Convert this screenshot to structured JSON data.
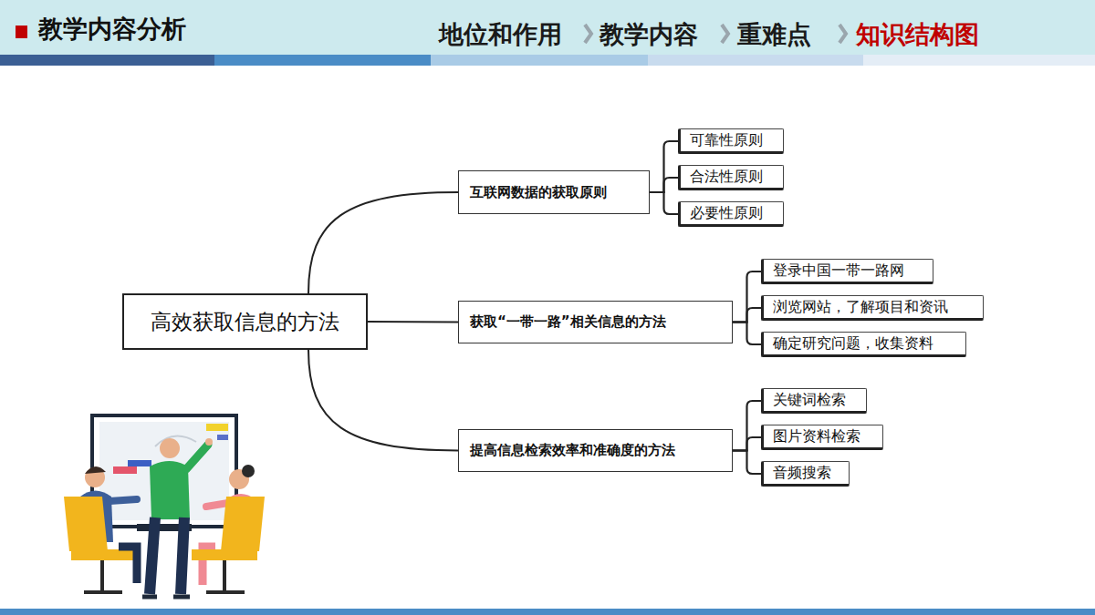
{
  "diagram": {
    "title": "教学内容分析",
    "nodes": [
      {
        "text": [
          "高效获取信息的方法"
        ]
      },
      {
        "text": [
          "互联网数据的获取原则"
        ]
      },
      {
        "text": [
          "可靠性原则"
        ]
      },
      {
        "text": [
          "合法性原则"
        ]
      },
      {
        "text": [
          "必要性原则"
        ]
      },
      {
        "text": [
          "获取“一带一路”相关信息的方法"
        ]
      },
      {
        "text": [
          "登录中国一带一路网"
        ]
      },
      {
        "text": [
          "浏览网站，了解项目和资讯"
        ]
      },
      {
        "text": [
          "确定研究问题，收集资料"
        ]
      },
      {
        "text": [
          "提高信息检索效率和准确度的方法"
        ]
      },
      {
        "text": [
          "关键词检索"
        ]
      },
      {
        "text": [
          "图片资料检索"
        ]
      },
      {
        "text": [
          "音频搜索"
        ]
      }
    ],
    "edges": [
      {
        "from": 0,
        "to": 1,
        "arrow": "none"
      },
      {
        "from": 0,
        "to": 5,
        "arrow": "none"
      },
      {
        "from": 0,
        "to": 9,
        "arrow": "none"
      },
      {
        "from": 1,
        "to": 2,
        "arrow": "none"
      },
      {
        "from": 1,
        "to": 3,
        "arrow": "none"
      },
      {
        "from": 1,
        "to": 4,
        "arrow": "none"
      },
      {
        "from": 5,
        "to": 6,
        "arrow": "none"
      },
      {
        "from": 5,
        "to": 7,
        "arrow": "none"
      },
      {
        "from": 5,
        "to": 8,
        "arrow": "none"
      },
      {
        "from": 9,
        "to": 10,
        "arrow": "none"
      },
      {
        "from": 9,
        "to": 11,
        "arrow": "none"
      },
      {
        "from": 9,
        "to": 12,
        "arrow": "none"
      }
    ],
    "labels": [
      "地位和作用",
      "教学内容",
      "重难点",
      "知识结构图"
    ]
  }
}
